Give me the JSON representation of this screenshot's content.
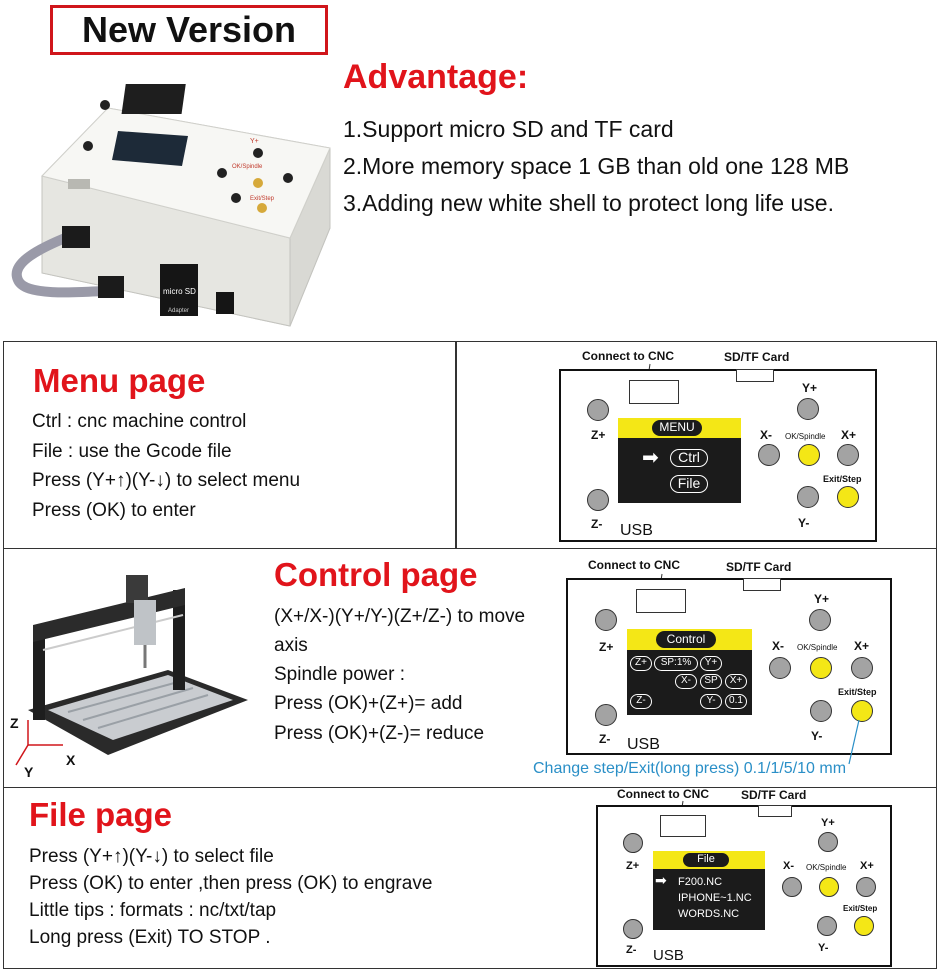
{
  "header": {
    "badge": "New Version",
    "advantage_title": "Advantage:",
    "advantages": [
      "1.Support micro SD and TF card",
      "2.More memory space 1 GB than old one 128 MB",
      "3.Adding new white shell to protect long life use."
    ],
    "product_text": {
      "btn_y_plus": "Y+",
      "btn_ok": "OK/Spindle",
      "btn_exit": "Exit/Step",
      "sd_label": "micro SD",
      "adapter_label": "Adapter"
    }
  },
  "labels": {
    "connect": "Connect to CNC",
    "sdcard": "SD/TF Card",
    "yplus": "Y+",
    "yminus": "Y-",
    "xplus": "X+",
    "xminus": "X-",
    "zplus": "Z+",
    "zminus": "Z-",
    "ok": "OK/Spindle",
    "exit": "Exit/Step",
    "usb": "USB"
  },
  "menu": {
    "title": "Menu page",
    "lines": [
      "Ctrl : cnc machine control",
      "File : use the Gcode file",
      "Press (Y+↑)(Y-↓) to select menu",
      "Press (OK) to enter"
    ],
    "lcd_title": "MENU",
    "lcd_items": [
      "Ctrl",
      "File"
    ],
    "arrow": "➡"
  },
  "control": {
    "title": "Control page",
    "lines": [
      "(X+/X-)(Y+/Y-)(Z+/Z-) to move",
      "axis",
      "Spindle power :",
      "Press (OK)+(Z+)= add",
      "Press (OK)+(Z-)= reduce"
    ],
    "lcd_title": "Control",
    "lcd_row1": [
      "Z+",
      "SP:1%",
      "Y+"
    ],
    "lcd_row2": [
      "X-",
      "SP",
      "X+"
    ],
    "lcd_row3": [
      "Z-",
      "Y-",
      "0.1"
    ],
    "note": "Change step/Exit(long press) 0.1/1/5/10 mm",
    "axes": {
      "z": "Z",
      "x": "X",
      "y": "Y"
    }
  },
  "file": {
    "title": "File page",
    "lines": [
      "Press (Y+↑)(Y-↓) to select file",
      "Press (OK) to enter ,then press (OK) to engrave",
      "Little tips : formats : nc/txt/tap",
      "Long press (Exit) TO STOP ."
    ],
    "lcd_title": "File",
    "lcd_files": [
      "F200.NC",
      "IPHONE~1.NC",
      "WORDS.NC"
    ],
    "arrow": "➡"
  },
  "colors": {
    "red": "#e1141b",
    "yellow": "#f4e716",
    "gray_button": "#a3a3a3",
    "lcd": "#1b1b1b",
    "note_blue": "#2a8fc7"
  }
}
